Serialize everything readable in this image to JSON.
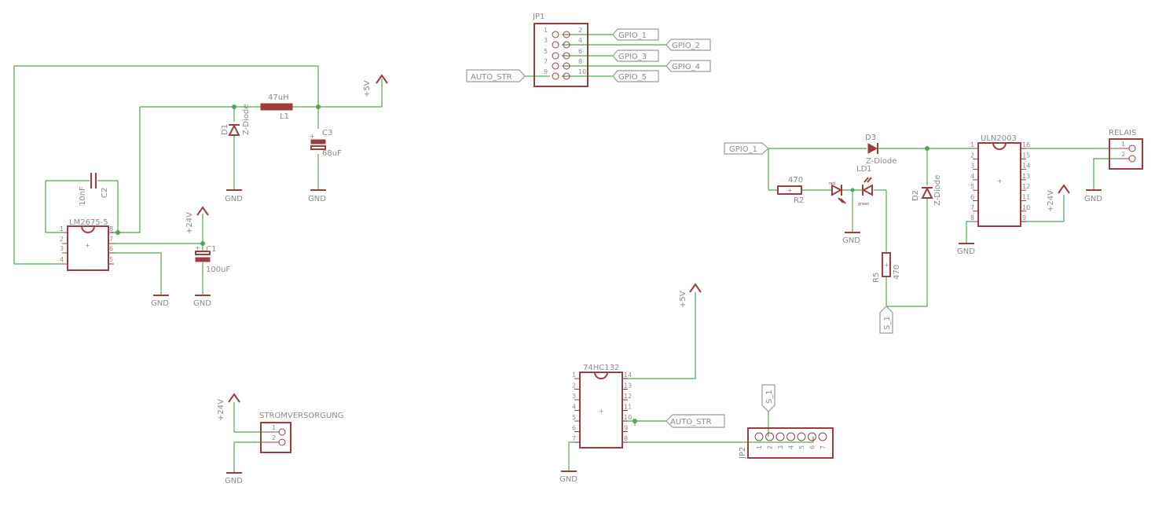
{
  "colors": {
    "wire": "#4caa4c",
    "part": "#a03c3c",
    "text": "#8a8a8a",
    "background": "#ffffff"
  },
  "labels": {
    "jp1": "JP1",
    "jp2": "JP2",
    "gpio1": "GPIO_1",
    "gpio2": "GPIO_2",
    "gpio3": "GPIO_3",
    "gpio4": "GPIO_4",
    "gpio5": "GPIO_5",
    "auto_str": "AUTO_STR",
    "s1": "S_1",
    "plus5v": "+5V",
    "plus24v": "+24V",
    "gnd": "GND",
    "l1_value": "47uH",
    "l1": "L1",
    "d1": "D1",
    "d2": "D2",
    "d3": "D3",
    "zdiode": "Z-Diode",
    "c1": "C1",
    "c1_value": "100uF",
    "c2": "C2",
    "c2_value": "10nF",
    "c3": "C3",
    "c3_value": "68uF",
    "lm2675": "LM2675-5",
    "r2": "R2",
    "r2_value": "470",
    "r5": "R5",
    "r5_value": "470",
    "ld1": "LD1",
    "led_red": "red",
    "led_green": "green",
    "uln2003": "ULN2003",
    "relais": "RELAIS",
    "hc132": "74HC132",
    "stromversorgung": "STROMVERSORGUNG"
  },
  "pins": {
    "jp1_odd": [
      "1",
      "3",
      "5",
      "7",
      "9"
    ],
    "jp1_even": [
      "2",
      "4",
      "6",
      "8",
      "10"
    ],
    "lm_left": [
      "1",
      "2",
      "3",
      "4"
    ],
    "lm_right": [
      "8",
      "7",
      "6",
      "5"
    ],
    "uln_left": [
      "1",
      "2",
      "3",
      "4",
      "5",
      "6",
      "7",
      "8"
    ],
    "uln_right": [
      "16",
      "15",
      "14",
      "13",
      "12",
      "11",
      "10",
      "9"
    ],
    "hc_left": [
      "1",
      "2",
      "3",
      "4",
      "5",
      "6",
      "7"
    ],
    "hc_right": [
      "14",
      "13",
      "12",
      "11",
      "10",
      "9",
      "8"
    ],
    "jp2": [
      "1",
      "2",
      "3",
      "4",
      "5",
      "6",
      "7"
    ],
    "conn2": [
      "1",
      "2"
    ],
    "plus": "+"
  }
}
